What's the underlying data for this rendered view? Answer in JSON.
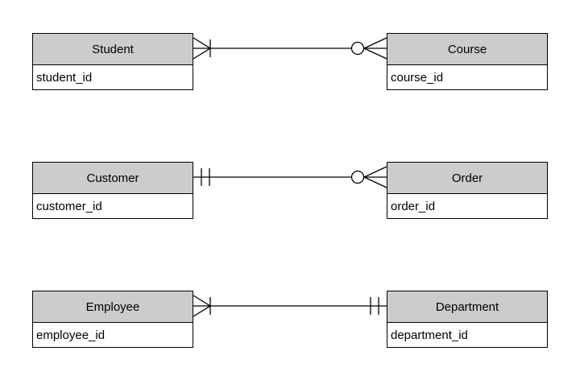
{
  "diagram": {
    "type": "entity-relationship-diagram",
    "notation": "crows-foot",
    "background_color": "#ffffff",
    "entity_header_fill": "#cccccc",
    "entity_body_fill": "#ffffff",
    "entity_border_color": "#000000",
    "text_color": "#000000",
    "entities": [
      {
        "name": "Student",
        "attributes": [
          "student_id"
        ]
      },
      {
        "name": "Course",
        "attributes": [
          "course_id"
        ]
      },
      {
        "name": "Customer",
        "attributes": [
          "customer_id"
        ]
      },
      {
        "name": "Order",
        "attributes": [
          "order_id"
        ]
      },
      {
        "name": "Employee",
        "attributes": [
          "employee_id"
        ]
      },
      {
        "name": "Department",
        "attributes": [
          "department_id"
        ]
      }
    ],
    "relationships": [
      {
        "from": "Student",
        "to": "Course",
        "from_cardinality": "one-or-many",
        "to_cardinality": "zero-or-many"
      },
      {
        "from": "Customer",
        "to": "Order",
        "from_cardinality": "exactly-one",
        "to_cardinality": "zero-or-many"
      },
      {
        "from": "Employee",
        "to": "Department",
        "from_cardinality": "one-or-many",
        "to_cardinality": "exactly-one"
      }
    ]
  }
}
